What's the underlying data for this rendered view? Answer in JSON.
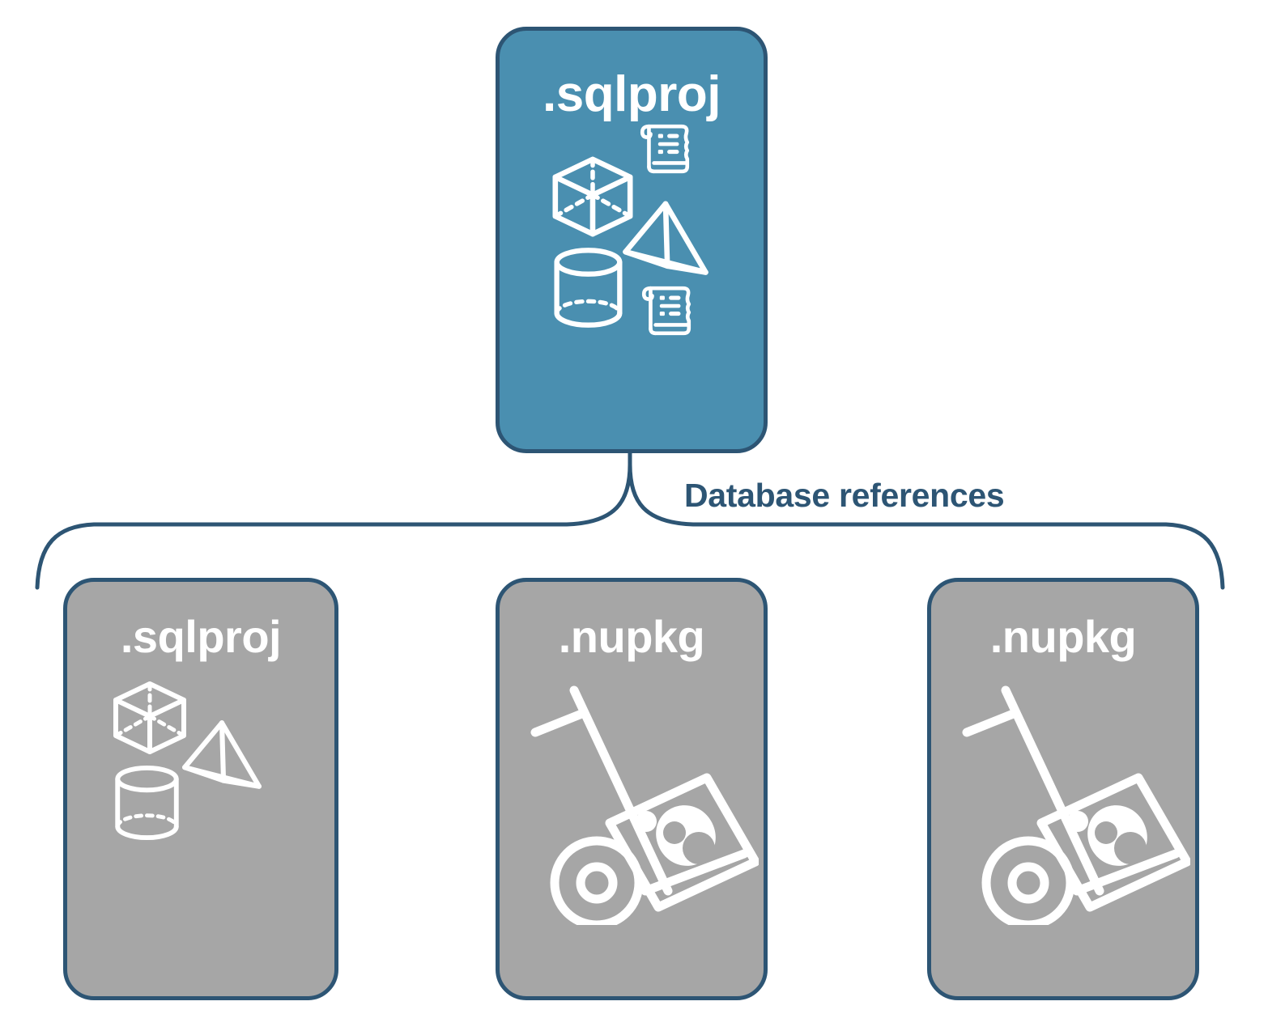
{
  "diagram": {
    "title": "Database references",
    "colors": {
      "primary_fill": "#4a8fb0",
      "secondary_fill": "#a6a6a6",
      "stroke": "#2d5574",
      "icon": "#ffffff",
      "background": "#ffffff"
    },
    "connector": {
      "label": "Database references",
      "style": "curly-brace"
    },
    "parent": {
      "label": ".sqlproj",
      "fill": "primary",
      "icons": [
        "cube-icon",
        "pyramid-icon",
        "cylinder-icon",
        "scroll-icon",
        "scroll-icon"
      ]
    },
    "children": [
      {
        "label": ".sqlproj",
        "fill": "secondary",
        "icons": [
          "cube-icon",
          "pyramid-icon",
          "cylinder-icon"
        ]
      },
      {
        "label": ".nupkg",
        "fill": "secondary",
        "icons": [
          "hand-truck-icon",
          "nuget-package-icon"
        ]
      },
      {
        "label": ".nupkg",
        "fill": "secondary",
        "icons": [
          "hand-truck-icon",
          "nuget-package-icon"
        ]
      }
    ]
  }
}
